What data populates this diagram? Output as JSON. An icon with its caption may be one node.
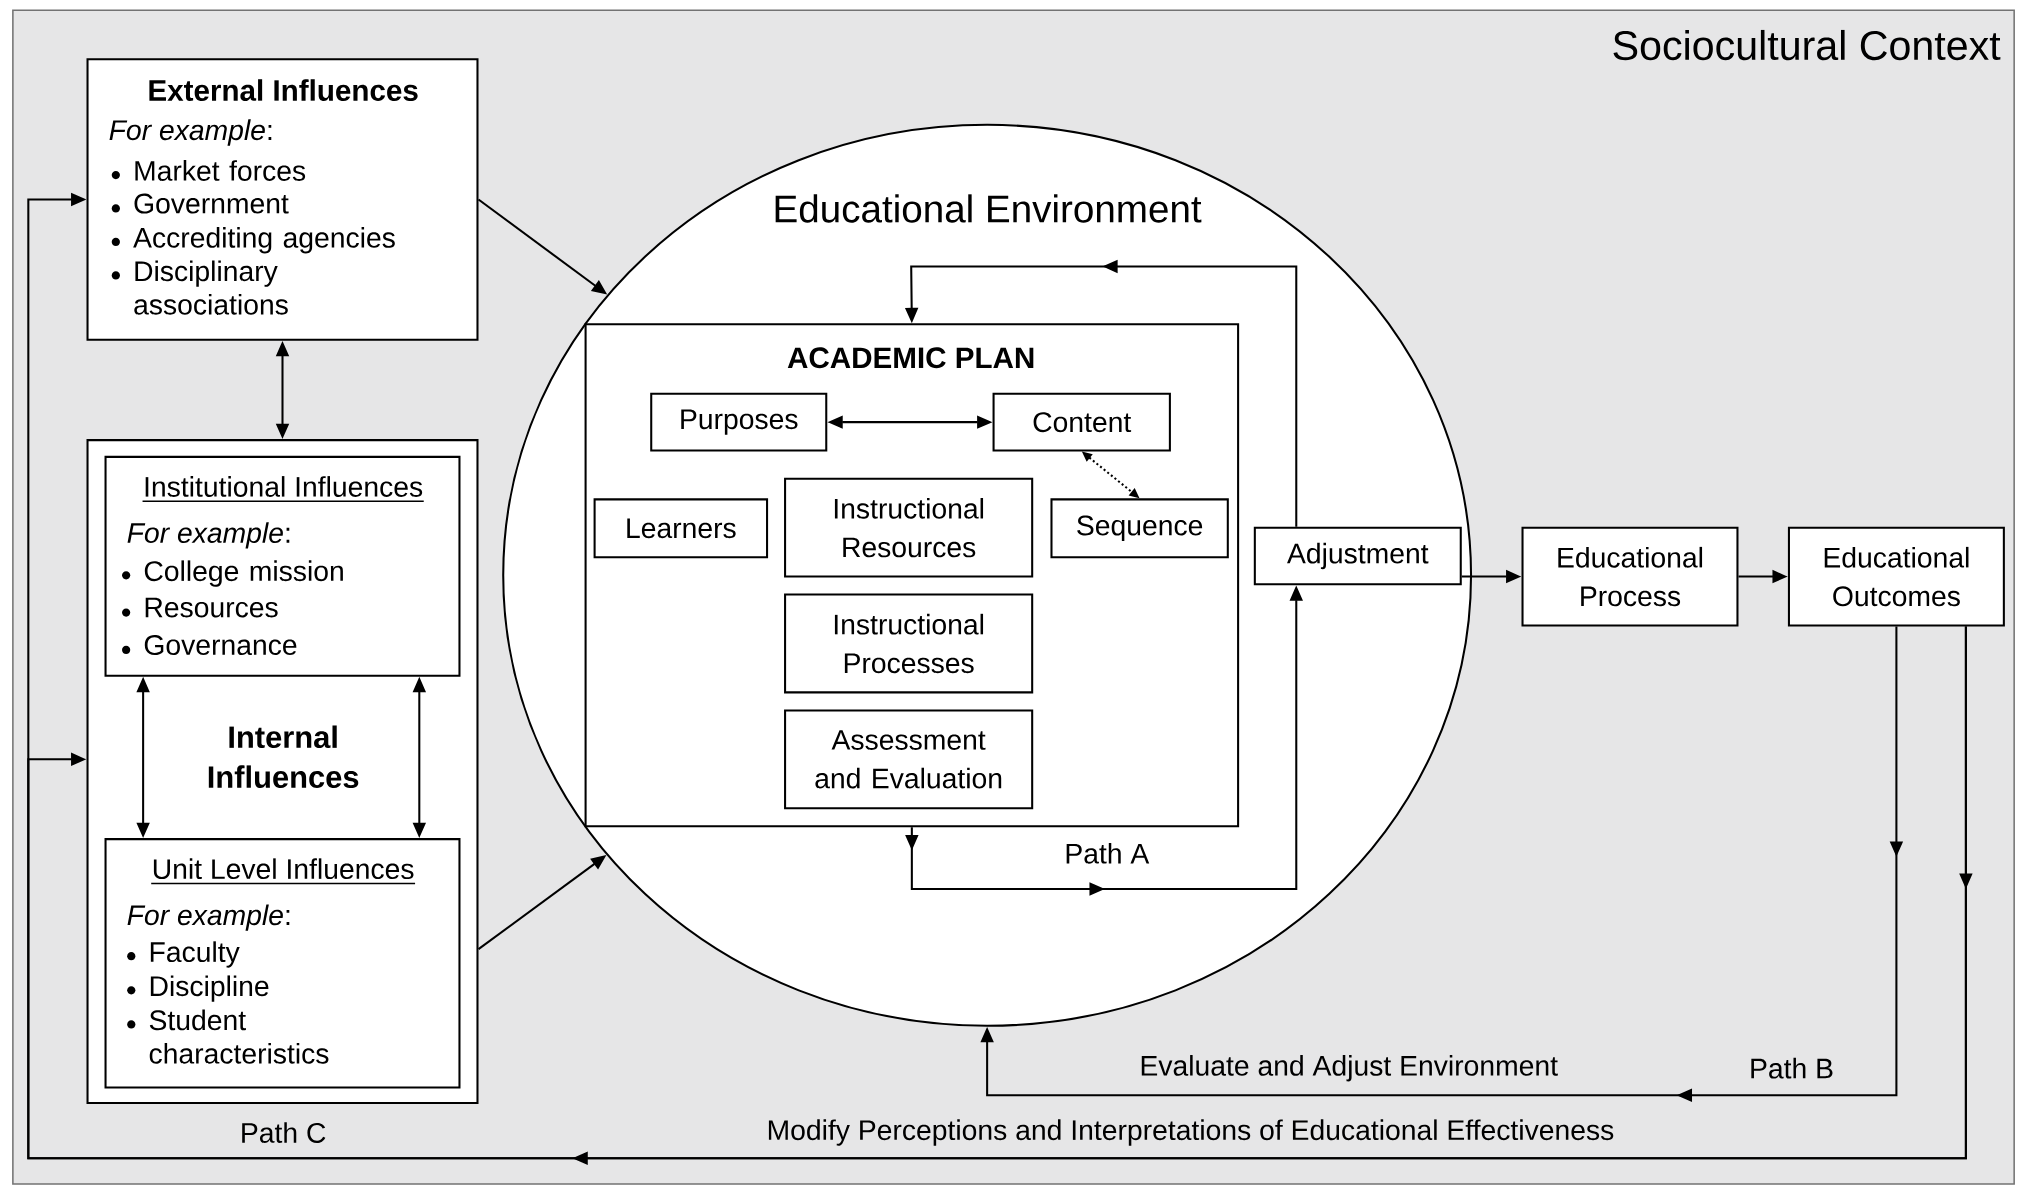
{
  "diagram": {
    "nodes": [
      {
        "text": [
          "Sociocultural Context"
        ]
      },
      {
        "text": [
          "External Influences",
          "*For example*:",
          "Market forces",
          "Government",
          "Accrediting agencies",
          "Disciplinary associations"
        ],
        "in": 0
      },
      {
        "text": [
          "Internal Influences"
        ],
        "in": 0
      },
      {
        "text": [
          "Institutional Influences",
          "*For example*:",
          "College mission",
          "Resources",
          "Governance"
        ],
        "in": 2
      },
      {
        "text": [
          "Unit Level Influences",
          "*For example*:",
          "Faculty",
          "Discipline",
          "Student characteristics"
        ],
        "in": 2
      },
      {
        "text": [
          "Educational Environment"
        ],
        "in": 0
      },
      {
        "text": [
          "ACADEMIC PLAN"
        ],
        "in": 5
      },
      {
        "text": [
          "Purposes"
        ],
        "in": 6
      },
      {
        "text": [
          "Content"
        ],
        "in": 6
      },
      {
        "text": [
          "Learners"
        ],
        "in": 6
      },
      {
        "text": [
          "Instructional Resources"
        ],
        "in": 6
      },
      {
        "text": [
          "Sequence"
        ],
        "in": 6
      },
      {
        "text": [
          "Instructional Processes"
        ],
        "in": 6
      },
      {
        "text": [
          "Assessment and Evaluation"
        ],
        "in": 6
      },
      {
        "text": [
          "Adjustment"
        ],
        "in": 5
      },
      {
        "text": [
          "Educational Process"
        ],
        "in": 0
      },
      {
        "text": [
          "Educational Outcomes"
        ],
        "in": 0
      }
    ],
    "edges": [
      {
        "from": 1,
        "to": 5,
        "arrow": "to"
      },
      {
        "from": 2,
        "to": 5,
        "arrow": "to"
      },
      {
        "from": 1,
        "to": 2,
        "arrow": "both"
      },
      {
        "from": 3,
        "to": 4,
        "arrow": "both"
      },
      {
        "from": 3,
        "to": 4,
        "arrow": "both"
      },
      {
        "from": 7,
        "to": 8,
        "arrow": "both"
      },
      {
        "from": 8,
        "to": 11,
        "arrow": "both",
        "style": "dashed"
      },
      {
        "from": 6,
        "to": 14,
        "arrow": "to",
        "label": "Path A"
      },
      {
        "from": 14,
        "to": 6,
        "arrow": "to"
      },
      {
        "from": 14,
        "to": 15,
        "arrow": "to"
      },
      {
        "from": 15,
        "to": 16,
        "arrow": "to"
      },
      {
        "from": 16,
        "to": 5,
        "arrow": "to",
        "label": "Path B"
      },
      {
        "from": 16,
        "to": 1,
        "arrow": "to",
        "label": "Path C"
      },
      {
        "from": 16,
        "to": 2,
        "arrow": "to"
      }
    ],
    "labels": [
      "Evaluate and Adjust Environment",
      "Modify Perceptions and Interpretations of Educational Effectiveness"
    ]
  }
}
